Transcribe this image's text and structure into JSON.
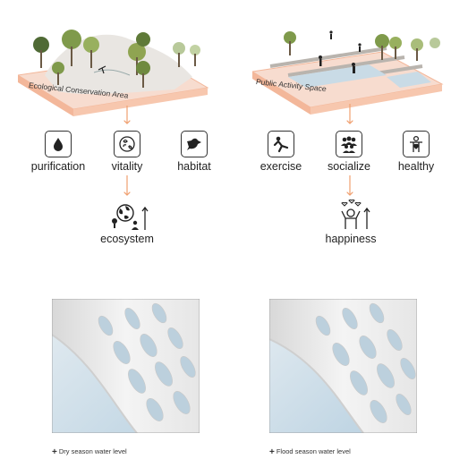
{
  "left_column": {
    "area_title": "Ecological Conservation Area",
    "benefits": [
      {
        "label": "purification",
        "icon": "water-drop-icon"
      },
      {
        "label": "vitality",
        "icon": "recycle-nature-icon"
      },
      {
        "label": "habitat",
        "icon": "bird-icon"
      }
    ],
    "result": {
      "label": "ecosystem",
      "icon": "ecosystem-globe-icon"
    }
  },
  "right_column": {
    "area_title": "Public Activity Space",
    "benefits": [
      {
        "label": "exercise",
        "icon": "exercise-person-icon"
      },
      {
        "label": "socialize",
        "icon": "group-people-icon"
      },
      {
        "label": "healthy",
        "icon": "healthy-person-icon"
      }
    ],
    "result": {
      "label": "happiness",
      "icon": "happy-person-hearts-icon"
    }
  },
  "renders": [
    {
      "caption": "Dry season water level"
    },
    {
      "caption": "Flood season water level"
    }
  ],
  "colors": {
    "arrow": "#f0a070",
    "terrain_edge": "#f3b79a",
    "terrain_face": "#f7dccf",
    "water": "#c9dbe6"
  }
}
